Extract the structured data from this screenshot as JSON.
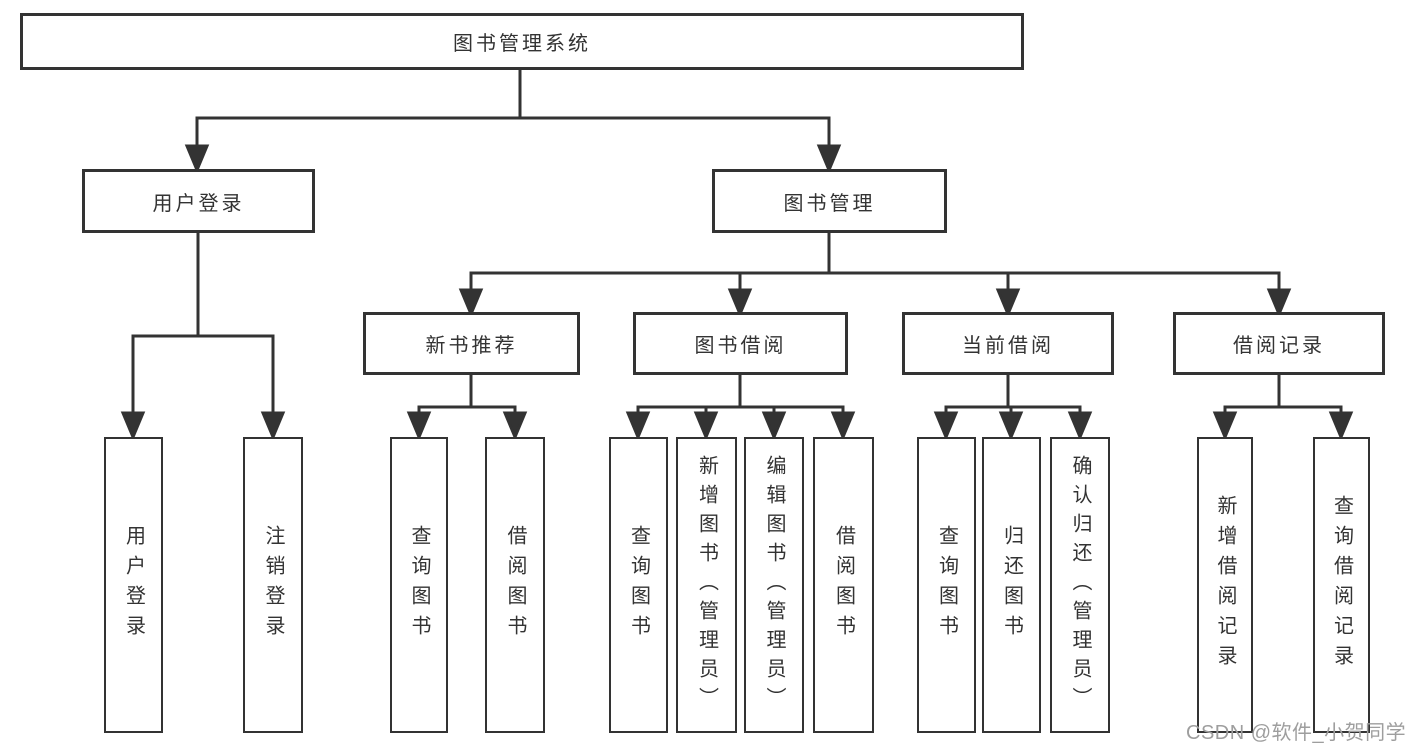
{
  "tree": {
    "root": "图书管理系统",
    "branches": [
      {
        "label": "用户登录",
        "children": [
          "用户登录",
          "注销登录"
        ]
      },
      {
        "label": "图书管理",
        "sections": [
          {
            "label": "新书推荐",
            "children": [
              "查询图书",
              "借阅图书"
            ]
          },
          {
            "label": "图书借阅",
            "children": [
              "查询图书",
              "新增图书（管理员）",
              "编辑图书（管理员）",
              "借阅图书"
            ]
          },
          {
            "label": "当前借阅",
            "children": [
              "查询图书",
              "归还图书",
              "确认归还（管理员）"
            ]
          },
          {
            "label": "借阅记录",
            "children": [
              "新增借阅记录",
              "查询借阅记录"
            ]
          }
        ]
      }
    ]
  },
  "watermark": {
    "text": "CSDN @软件_小贺同学"
  },
  "colors": {
    "line": "#333333",
    "text": "#333333",
    "background": "#ffffff",
    "watermark": "#9e9e9e"
  }
}
